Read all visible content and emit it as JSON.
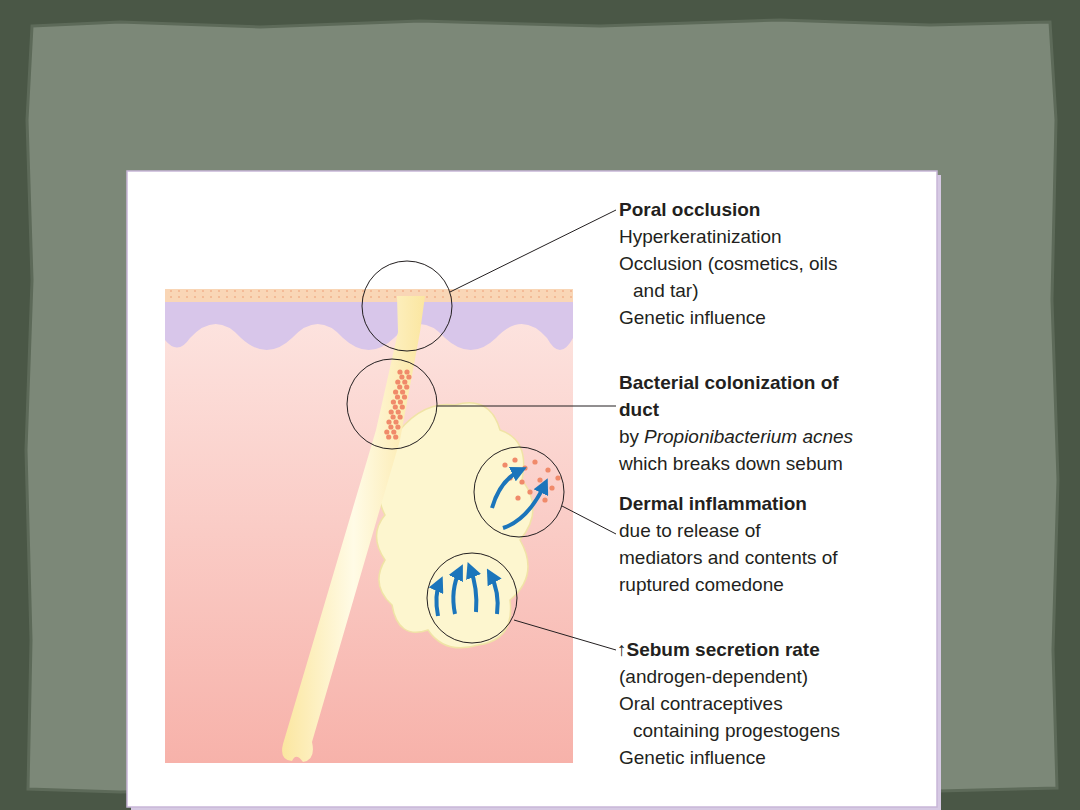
{
  "diagram": {
    "labels": [
      "Poral occlusion",
      "Hyperkeratinization",
      "Occlusion (cosmetics, oils and tar)",
      "Genetic influence",
      "Bacterial colonization of duct",
      "by",
      "Propionibacterium acnes",
      "which breaks down sebum",
      "Dermal inflammation",
      "due to release of mediators and contents of ruptured comedone",
      "↑Sebum secretion rate",
      "(androgen-dependent)",
      "Oral contraceptives containing progestogens",
      "Genetic influence"
    ]
  }
}
